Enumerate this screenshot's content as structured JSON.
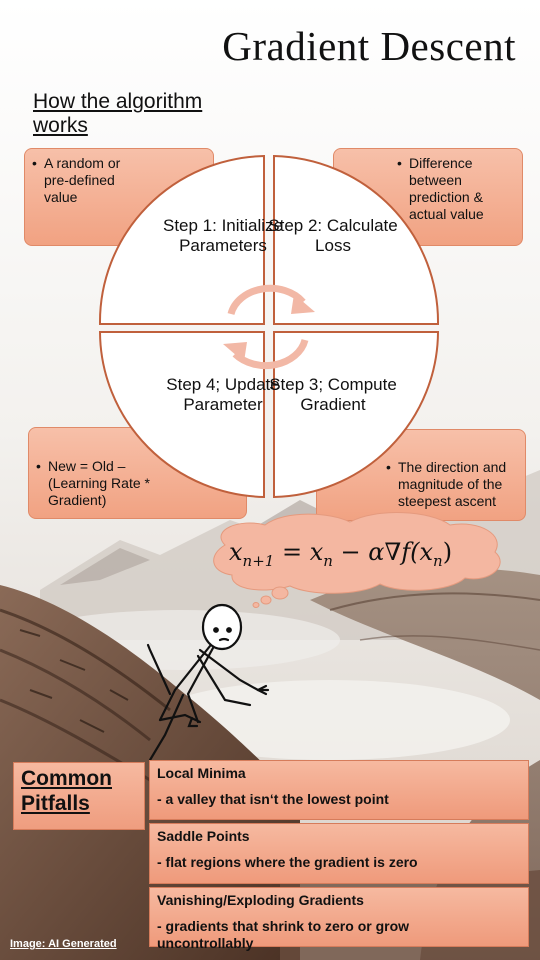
{
  "title": "Gradient Descent",
  "subtitle": "How the algorithm works",
  "steps": [
    {
      "label": "Step 1: Initialize Parameters"
    },
    {
      "label": "Step 2: Calculate Loss"
    },
    {
      "label": "Step 3; Compute Gradient"
    },
    {
      "label": "Step 4; Update Parameter"
    }
  ],
  "notes": [
    "A random or pre-defined value",
    "Difference between prediction & actual value",
    "New = Old – (Learning Rate * Gradient)",
    "The direction and magnitude of the steepest ascent"
  ],
  "formula": {
    "lhs_var": "x",
    "lhs_sub": "n+1",
    "eq": " = ",
    "rhs_var": "x",
    "rhs_sub": "n",
    "minus": " − α∇f(x",
    "inner_sub": "n",
    "close": ")"
  },
  "pitfalls": {
    "heading": "Common Pitfalls",
    "items": [
      {
        "title": "Local Minima",
        "desc": "- a valley that isn‘t the lowest point"
      },
      {
        "title": "Saddle Points",
        "desc": "- flat regions where the gradient is zero"
      },
      {
        "title": "Vanishing/Exploding Gradients",
        "desc": "- gradients that shrink to zero or grow uncontrollably"
      }
    ]
  },
  "credit": "Image: AI Generated",
  "colors": {
    "note_fill": "#f1a282",
    "ring": "#c0603c",
    "arrow": "#f2b8a6"
  }
}
